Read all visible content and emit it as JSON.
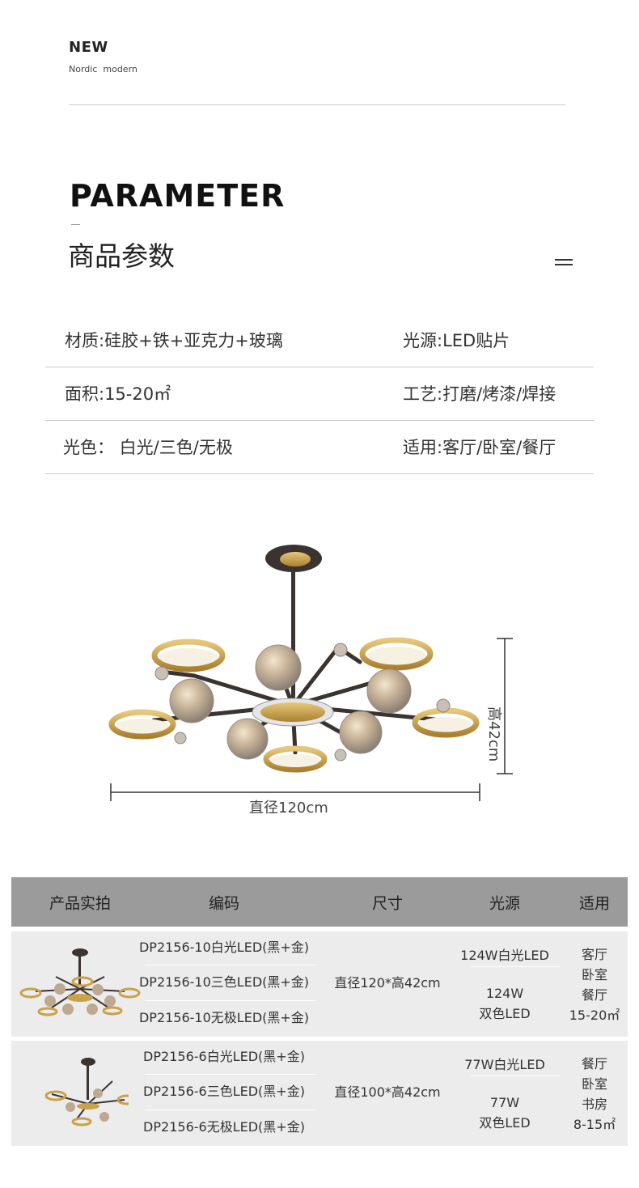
{
  "header": {
    "brand": "NEW",
    "subtitle": "Nordic  modern",
    "section_title": "PARAMETER",
    "section_title_cn": "商品参数"
  },
  "params": [
    {
      "left": "材质:硅胶+铁+亚克力+玻璃",
      "right": "光源:LED贴片"
    },
    {
      "left": "面积:15-20㎡",
      "right": "工艺:打磨/烤漆/焊接"
    },
    {
      "left": "光色： 白光/三色/无极",
      "right": "适用:客厅/卧室/餐厅"
    }
  ],
  "figure": {
    "height_label": "高42cm",
    "width_label": "直径120cm",
    "colors": {
      "gold": "#c9a24a",
      "frame": "#3a3330",
      "glass": "#b7aca0"
    }
  },
  "table": {
    "headers": [
      "产品实拍",
      "编码",
      "尺寸",
      "光源",
      "适用"
    ],
    "rows": [
      {
        "codes": [
          "DP2156-10白光LED(黑+金)",
          "DP2156-10三色LED(黑+金)",
          "DP2156-10无极LED(黑+金)"
        ],
        "size": "直径120*高42cm",
        "light_top": "124W白光LED",
        "light_bottom": [
          "124W",
          "双色LED"
        ],
        "use": [
          "客厅",
          "卧室",
          "餐厅",
          "15-20㎡"
        ]
      },
      {
        "codes": [
          "DP2156-6白光LED(黑+金)",
          "DP2156-6三色LED(黑+金)",
          "DP2156-6无极LED(黑+金)"
        ],
        "size": "直径100*高42cm",
        "light_top": "77W白光LED",
        "light_bottom": [
          "77W",
          "双色LED"
        ],
        "use": [
          "餐厅",
          "卧室",
          "书房",
          "8-15㎡"
        ]
      }
    ]
  }
}
